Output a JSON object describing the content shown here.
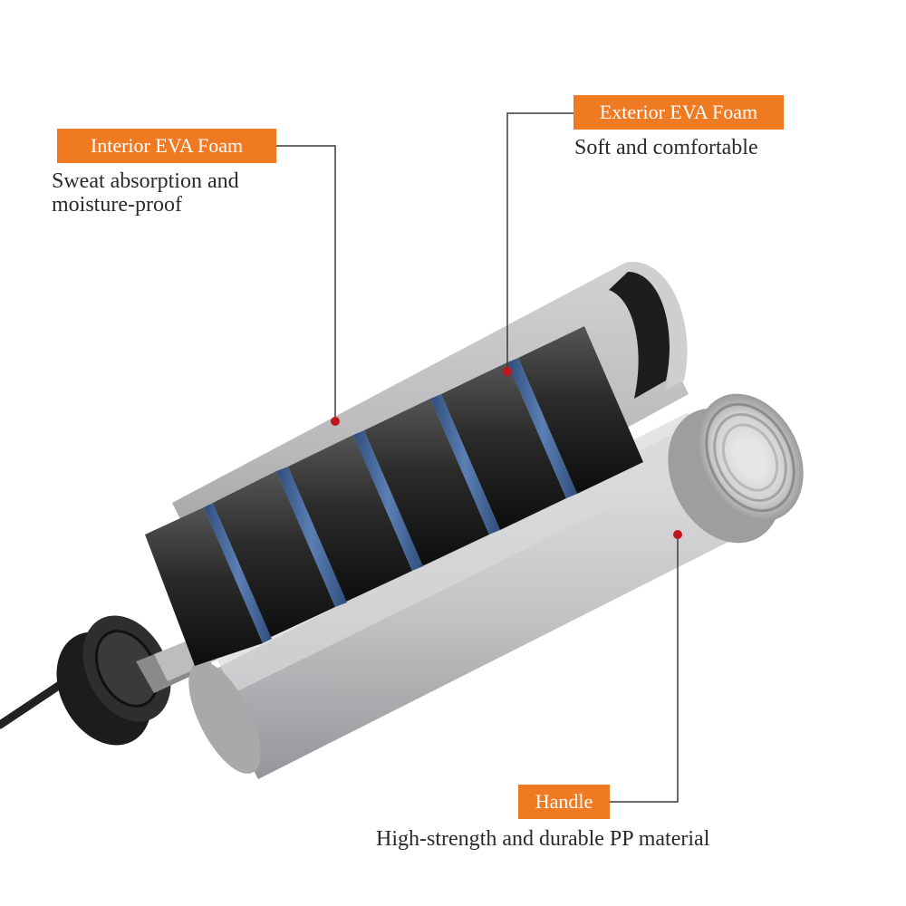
{
  "callouts": {
    "interior": {
      "title": "Interior EVA Foam",
      "line1": "Sweat absorption and",
      "line2": "moisture-proof"
    },
    "exterior": {
      "title": "Exterior EVA Foam",
      "line1": "Soft and comfortable"
    },
    "handle": {
      "title": "Handle",
      "line1": "High-strength and durable PP material"
    }
  },
  "colors": {
    "tag_background": "#f07a22",
    "tag_text": "#ffffff",
    "leader_line": "#3a3a3a",
    "marker_dot": "#c0161e",
    "foam_black": "#1a1a1a",
    "foam_blue_band": "#3d5f92",
    "handle_silver": "#bfc0c2"
  }
}
